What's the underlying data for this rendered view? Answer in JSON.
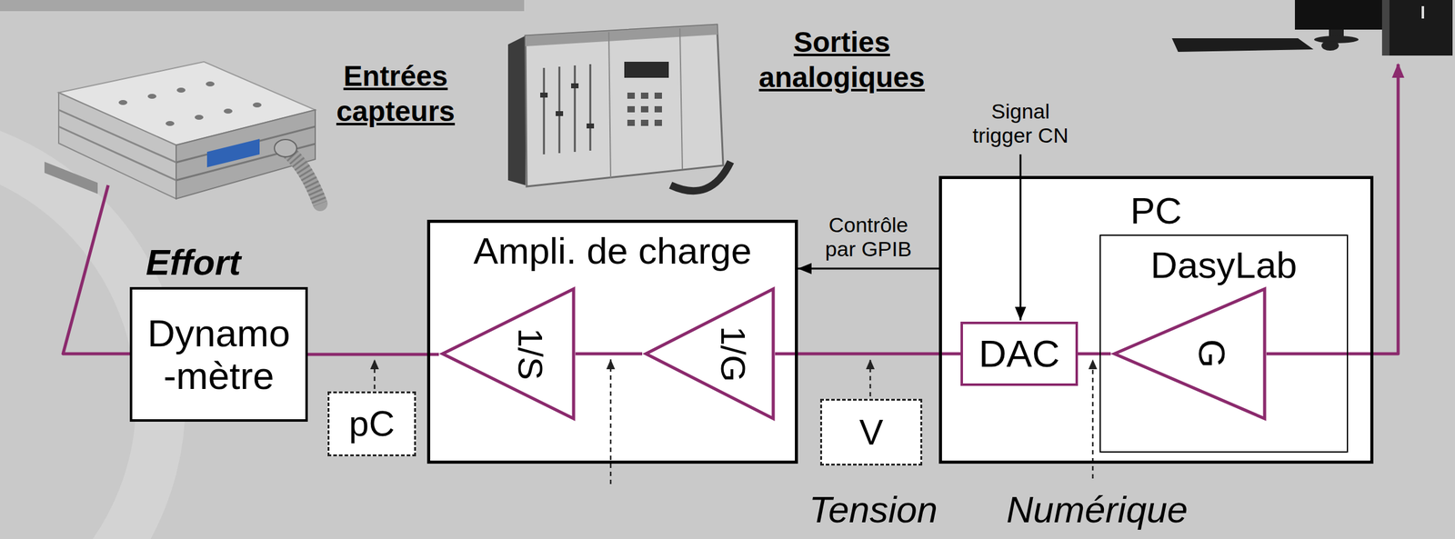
{
  "diagram": {
    "nodes": [
      {
        "text": [
          "Dynamo -mètre"
        ]
      },
      {
        "text": [
          "pC"
        ]
      },
      {
        "text": [
          "Ampli. de charge"
        ]
      },
      {
        "text": [
          "1/S"
        ],
        "in": 2
      },
      {
        "text": [
          "1/G"
        ],
        "in": 2
      },
      {
        "text": [
          "V"
        ]
      },
      {
        "text": [
          "PC"
        ]
      },
      {
        "text": [
          "DAC"
        ],
        "in": 6
      },
      {
        "text": [
          "DasyLab"
        ],
        "in": 6
      },
      {
        "text": [
          "G"
        ],
        "in": 8
      }
    ],
    "edges": [
      {
        "from": 0,
        "to": 3,
        "arrow": "none"
      },
      {
        "from": 3,
        "to": 4,
        "arrow": "none"
      },
      {
        "from": 4,
        "to": 7,
        "arrow": "none"
      },
      {
        "from": 7,
        "to": 9,
        "arrow": "none"
      },
      {
        "from": 6,
        "to": 2,
        "label": "Contrôle par GPIB",
        "arrow": "to"
      }
    ],
    "labels": [
      "Entrées capteurs",
      "Sorties analogiques",
      "Signal trigger CN",
      "Effort",
      "Tension",
      "Numérique"
    ]
  }
}
